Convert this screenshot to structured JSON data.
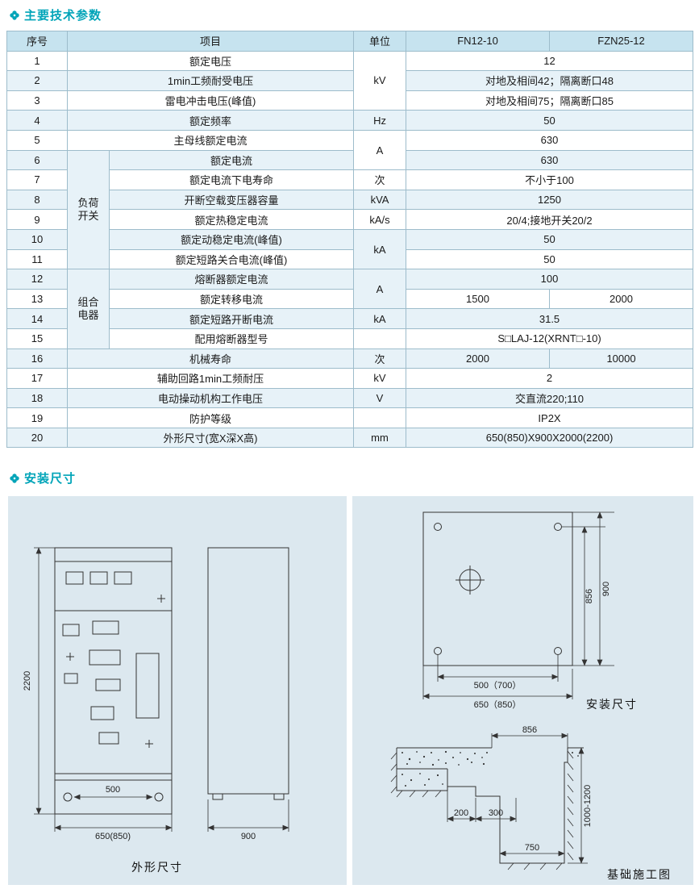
{
  "colors": {
    "accent_teal": "#00a4b8",
    "table_header_bg": "#c6e3ef",
    "row_alt_bg": "#e7f2f8",
    "panel_bg": "#dce8ef"
  },
  "sections": {
    "params_title": "主要技术参数",
    "install_title": "安装尺寸"
  },
  "table": {
    "headers": {
      "no": "序号",
      "item": "项目",
      "unit": "单位",
      "model1": "FN12-10",
      "model2": "FZN25-12"
    },
    "groups": {
      "load_switch": "负荷开关",
      "combined_apparatus": "组合电器"
    },
    "rows": [
      {
        "no": "1",
        "item": "额定电压",
        "unit": "kV",
        "value": "12"
      },
      {
        "no": "2",
        "item": "1min工频耐受电压",
        "value": "对地及相间42；隔离断口48"
      },
      {
        "no": "3",
        "item": "雷电冲击电压(峰值)",
        "value": "对地及相间75；隔离断口85"
      },
      {
        "no": "4",
        "item": "额定频率",
        "unit": "Hz",
        "value": "50"
      },
      {
        "no": "5",
        "item": "主母线额定电流",
        "unit": "A",
        "value": "630"
      },
      {
        "no": "6",
        "item": "额定电流",
        "value": "630"
      },
      {
        "no": "7",
        "item": "额定电流下电寿命",
        "unit": "次",
        "value": "不小于100"
      },
      {
        "no": "8",
        "item": "开断空载变压器容量",
        "unit": "kVA",
        "value": "1250"
      },
      {
        "no": "9",
        "item": "额定热稳定电流",
        "unit": "kA/s",
        "value": "20/4;接地开关20/2"
      },
      {
        "no": "10",
        "item": "额定动稳定电流(峰值)",
        "unit": "kA",
        "value": "50"
      },
      {
        "no": "11",
        "item": "额定短路关合电流(峰值)",
        "value": "50"
      },
      {
        "no": "12",
        "item": "熔断器额定电流",
        "unit": "A",
        "value": "100"
      },
      {
        "no": "13",
        "item": "额定转移电流",
        "value1": "1500",
        "value2": "2000"
      },
      {
        "no": "14",
        "item": "额定短路开断电流",
        "unit": "kA",
        "value": "31.5"
      },
      {
        "no": "15",
        "item": "配用熔断器型号",
        "unit": "",
        "value": "S□LAJ-12(XRNT□-10)"
      },
      {
        "no": "16",
        "item": "机械寿命",
        "unit": "次",
        "value1": "2000",
        "value2": "10000"
      },
      {
        "no": "17",
        "item": "辅助回路1min工频耐压",
        "unit": "kV",
        "value": "2"
      },
      {
        "no": "18",
        "item": "电动操动机构工作电压",
        "unit": "V",
        "value": "交直流220;110"
      },
      {
        "no": "19",
        "item": "防护等级",
        "unit": "",
        "value": "IP2X"
      },
      {
        "no": "20",
        "item": "外形尺寸(宽X深X高)",
        "unit": "mm",
        "value": "650(850)X900X2000(2200)"
      }
    ]
  },
  "drawings": {
    "outline": {
      "caption": "外形尺寸",
      "height": "2200",
      "base_width": "500",
      "width": "650(850)",
      "depth": "900"
    },
    "install": {
      "caption": "安装尺寸",
      "hole_span": "856",
      "height": "900",
      "hole_width": "500（700）",
      "width": "650（850）"
    },
    "foundation": {
      "caption": "基础施工图",
      "top_width": "856",
      "step1": "200",
      "step2": "300",
      "pit_width": "750",
      "depth": "1000-1200"
    }
  }
}
